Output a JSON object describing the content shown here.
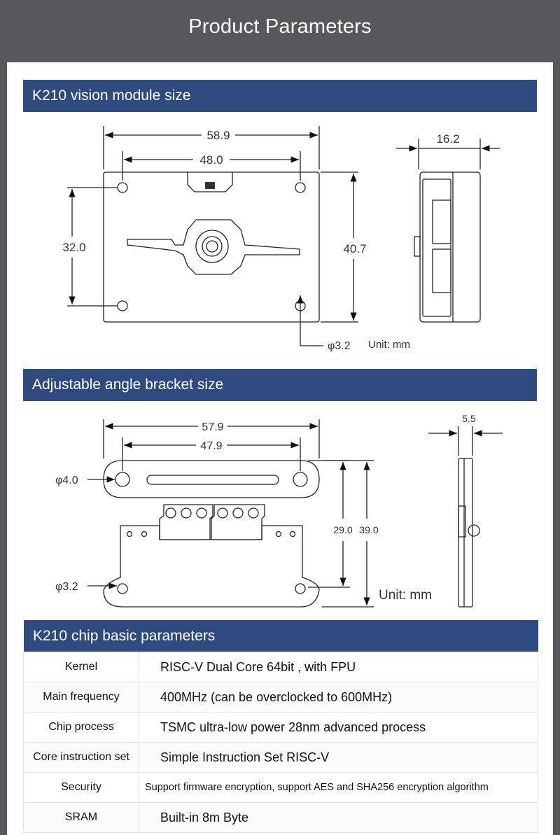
{
  "header": {
    "title": "Product Parameters"
  },
  "module_section": {
    "title": "K210 vision module size",
    "dims": {
      "width_total": "58.9",
      "hole_spacing_x": "48.0",
      "hole_spacing_y": "32.0",
      "height_total": "40.7",
      "thickness": "16.2",
      "hole_diameter": "φ3.2",
      "unit": "Unit: mm"
    }
  },
  "bracket_section": {
    "title": "Adjustable angle bracket size",
    "dims": {
      "width_total": "57.9",
      "hole_spacing_x": "47.9",
      "hole_top_diameter": "φ4.0",
      "hole_bottom_diameter": "φ3.2",
      "height_inner": "29.0",
      "height_total": "39.0",
      "thickness": "5.5",
      "unit": "Unit: mm"
    }
  },
  "chip_section": {
    "title": "K210 chip basic parameters",
    "rows": [
      {
        "key": "Kernel",
        "value": "RISC-V Dual Core 64bit , with FPU"
      },
      {
        "key": "Main frequency",
        "value": "400MHz (can be overclocked to 600MHz)"
      },
      {
        "key": "Chip process",
        "value": "TSMC ultra-low power 28nm advanced process"
      },
      {
        "key": "Core instruction set",
        "value": "Simple Instruction Set RISC-V"
      },
      {
        "key": "Security",
        "value": "Support firmware encryption, support AES and SHA256 encryption algorithm"
      },
      {
        "key": "SRAM",
        "value": "Built-in 8m Byte"
      }
    ]
  },
  "colors": {
    "header_bg": "#56595c",
    "section_bg": "#2e4a7e",
    "section_text": "#ffffff",
    "drawing_line": "#222222"
  }
}
